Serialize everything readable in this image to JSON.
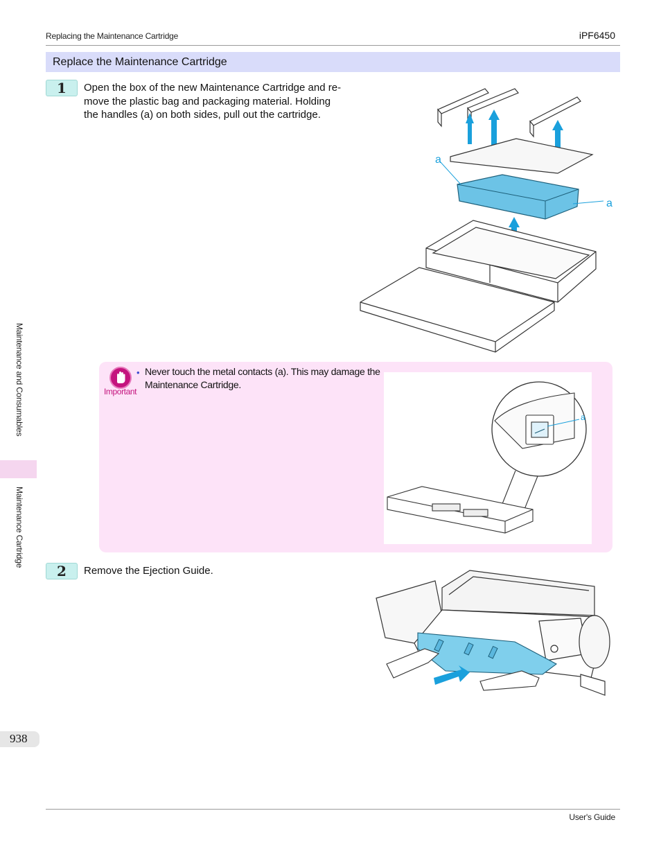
{
  "header": {
    "breadcrumb": "Replacing the Maintenance Cartridge",
    "model": "iPF6450"
  },
  "section": {
    "title": "Replace the Maintenance Cartridge"
  },
  "steps": [
    {
      "number": "1",
      "text": "Open the box of the new Maintenance Cartridge and re-move the plastic bag and packaging material. Holding the handles (a) on both sides, pull out the cartridge.",
      "lines": [
        "Open the box of the new Maintenance Cartridge and re-",
        "move the plastic bag and packaging material. Holding",
        "the handles (a) on both sides, pull out the cartridge."
      ],
      "figure_labels": [
        "a",
        "a"
      ]
    },
    {
      "number": "2",
      "text": "Remove the Ejection Guide."
    }
  ],
  "important": {
    "label": "Important",
    "bullet": "•",
    "text": "Never touch the metal contacts (a). This may damage the Maintenance Cartridge.",
    "figure_label": "a"
  },
  "side_tabs": {
    "chapter": "Maintenance and Consumables",
    "section": "Maintenance Cartridge"
  },
  "footer": {
    "page_number": "938",
    "guide": "User's Guide"
  },
  "colors": {
    "section_bar": "#d9dcfa",
    "step_badge": "#c9f0ee",
    "important_bg": "#fde3f8",
    "important_accent": "#c4147e",
    "cartridge_blue": "#6cc3e6",
    "arrow_blue": "#1aa0dc"
  }
}
